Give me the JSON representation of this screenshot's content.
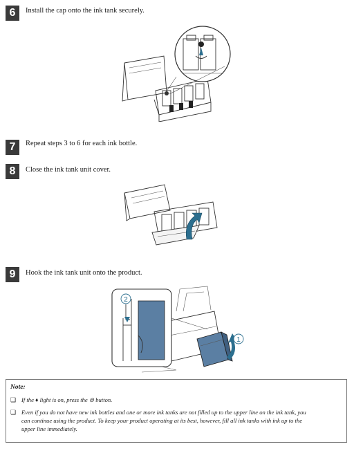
{
  "steps": [
    {
      "number": "6",
      "text": "Install the cap onto the ink tank securely."
    },
    {
      "number": "7",
      "text": "Repeat steps 3 to 6 for each ink bottle."
    },
    {
      "number": "8",
      "text": "Close the ink tank unit cover."
    },
    {
      "number": "9",
      "text": "Hook the ink tank unit onto the product."
    }
  ],
  "callouts": {
    "one": "1",
    "two": "2"
  },
  "note": {
    "title": "Note:",
    "bullet_symbol": "❏",
    "item1": "If the ♦ light is on, press the ⊜ button.",
    "item2_line1": "Even if you do not have new ink bottles and one or more ink tanks are not filled up to the upper line on the ink tank, you",
    "item2_line2": "can continue using the product. To keep your product operating at its best, however, fill all ink tanks with ink up to the",
    "item2_line3": "upper line immediately."
  },
  "colors": {
    "step_badge": "#3a3a3a",
    "arrow_fill": "#2c6f8f",
    "tank_blue": "#5b7fa3"
  }
}
